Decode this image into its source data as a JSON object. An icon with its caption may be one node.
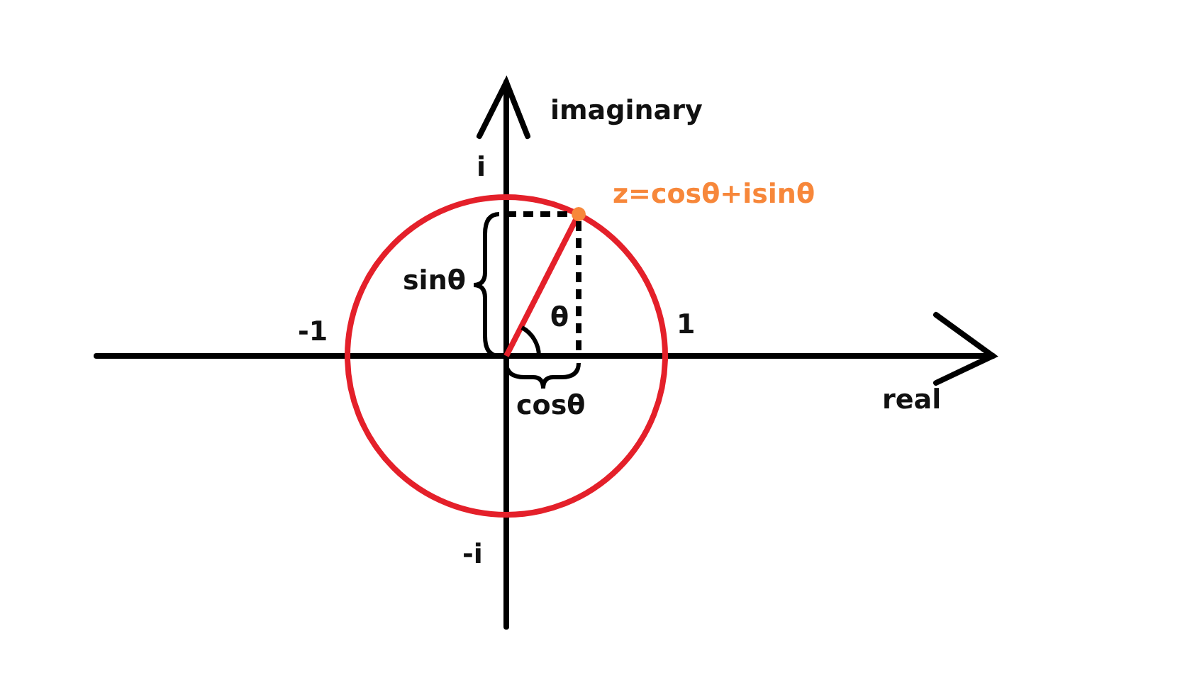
{
  "diagram": {
    "labels": [
      "imaginary",
      "i",
      "z=cosθ+isinθ",
      "sinθ",
      "θ",
      "-1",
      "1",
      "real",
      "cosθ",
      "-i"
    ]
  }
}
